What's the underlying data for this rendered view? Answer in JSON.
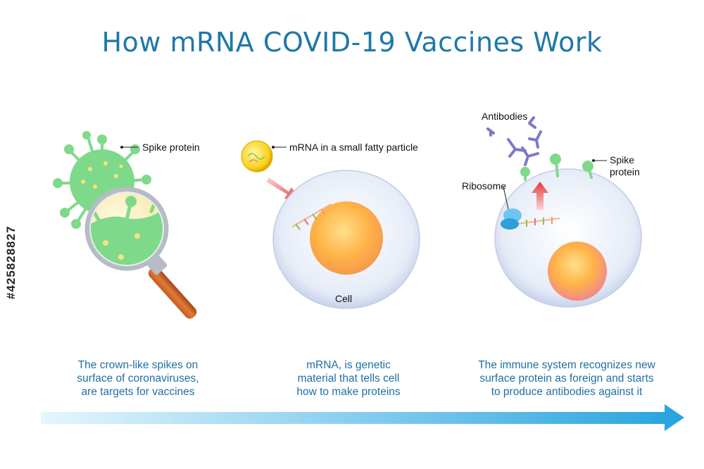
{
  "title": "How mRNA COVID-19 Vaccines Work",
  "labels": {
    "spike_protein": "Spike protein",
    "mrna_particle": "mRNA in a small fatty particle",
    "cell": "Cell",
    "antibodies": "Antibodies",
    "ribosome": "Ribosome",
    "spike_protein_2_line1": "Spike",
    "spike_protein_2_line2": "protein"
  },
  "captions": [
    {
      "lines": [
        "The crown-like spikes on",
        "surface of coronaviruses,",
        "are targets for vaccines"
      ]
    },
    {
      "lines": [
        "mRNA, is genetic",
        "material that tells cell",
        "how to make proteins"
      ]
    },
    {
      "lines": [
        "The immune system recognizes new",
        "surface protein  as foreign and starts",
        "to produce antibodies against it"
      ]
    }
  ],
  "stock_id": "#425828827",
  "colors": {
    "title": "#1f78a8",
    "caption": "#1f6fa3",
    "virus": "#7fd98a",
    "arrow": "#29a8e0",
    "pointer_arrow": "#e53935"
  }
}
